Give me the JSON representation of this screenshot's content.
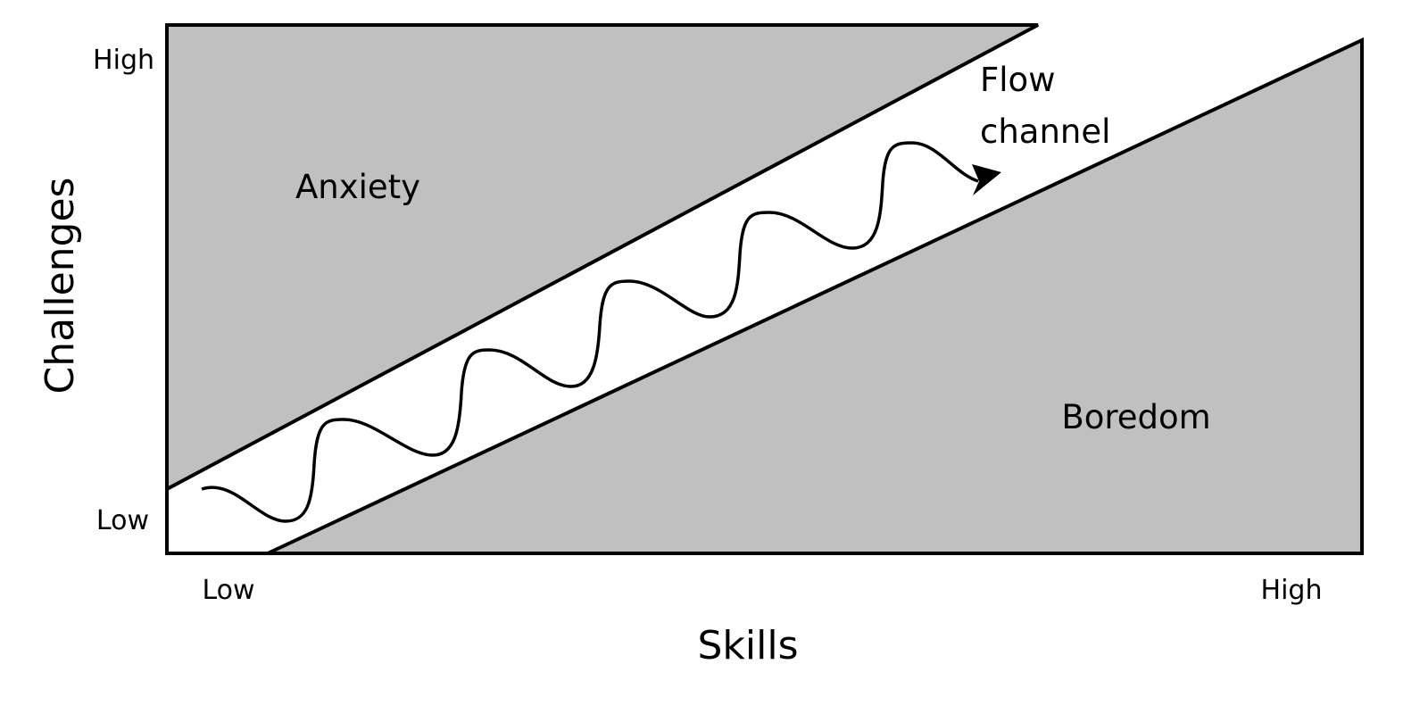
{
  "diagram": {
    "x_axis": {
      "label": "Skills",
      "low": "Low",
      "high": "High"
    },
    "y_axis": {
      "label": "Challenges",
      "low": "Low",
      "high": "High"
    },
    "regions": {
      "anxiety": "Anxiety",
      "flow_line1": "Flow",
      "flow_line2": "channel",
      "boredom": "Boredom"
    },
    "colors": {
      "region_fill": "#c0c0c0",
      "stroke": "#000000",
      "background": "#ffffff"
    }
  }
}
